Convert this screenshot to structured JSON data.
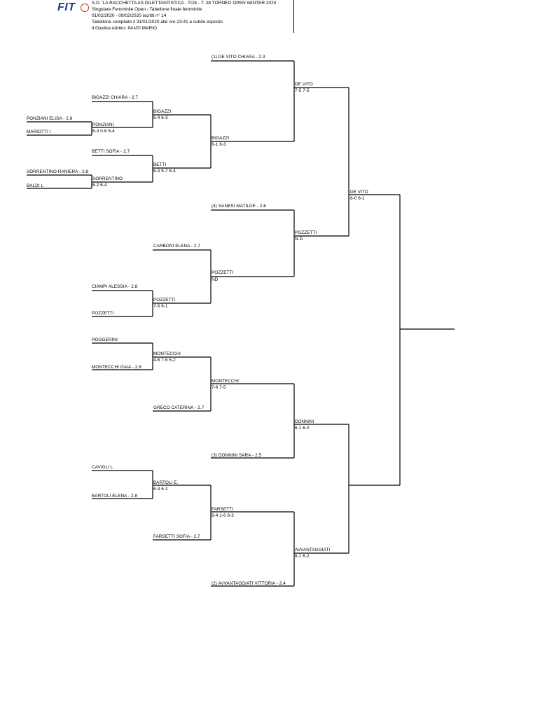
{
  "header": {
    "logo_text": "FIT",
    "lines": [
      "S.D. 'LA RACCHETTA AS DILETTANTISTICA - TOS - T. 28 TORNEO OPEN WINTER 2020",
      "Singolare Femminile Open - Tabellone finale femminile",
      "01/02/2020 - 09/02/2020  iscritti n° 14",
      "Tabellone compilato il 31/01/2020 alle ore 23:41 e subito esposto",
      "Il Giudice Arbitro: PANTI MARIO"
    ]
  },
  "bracket": {
    "entries": [
      {
        "name": "(1) DE VITO CHIARA - 2.3"
      },
      {
        "name": "BIGAZZI CHIARA - 2.7"
      },
      {
        "name": "PONZIANI ELISA - 2.8"
      },
      {
        "name": "MARIOTTI I"
      },
      {
        "name": "BETTI SOFIA - 2.7"
      },
      {
        "name": "SORRENTINO RANIERA - 2.8"
      },
      {
        "name": "BALDI L"
      },
      {
        "name": "(4) SANESI MATILDE - 2.6"
      },
      {
        "name": "CARBONI ELENA - 2.7"
      },
      {
        "name": "CIAMPI ALESSIA - 2.8"
      },
      {
        "name": "POZZETTI"
      },
      {
        "name": "ROGGERINI"
      },
      {
        "name": "MONTECCHI GAIA - 2.8"
      },
      {
        "name": "GRECO CATERINA - 2.7"
      },
      {
        "name": "(3) DONNINI SARA - 2.5"
      },
      {
        "name": "CAVIGLI L"
      },
      {
        "name": "BARTOLI ELENA - 2.8"
      },
      {
        "name": "FARSETTI SOFIA - 2.7"
      },
      {
        "name": "(2) AVVANTAGGIATI VITTORIA - 2.4"
      }
    ],
    "results": [
      {
        "name": "PONZIANI",
        "score": "6-3  0-6  6-4"
      },
      {
        "name": "SORRENTINO",
        "score": "6-2  6-4"
      },
      {
        "name": "BIGAZZI",
        "score": "6-4   6-3"
      },
      {
        "name": "BETTI",
        "score": "6-3   5-7   6-4"
      },
      {
        "name": "BIGAZZI",
        "score": "6-1   6-3"
      },
      {
        "name": "DE VITO",
        "score": "7-5  7-5"
      },
      {
        "name": "POZZETTI",
        "score": "7-5   6-1"
      },
      {
        "name": "POZZETTI",
        "score": "ND"
      },
      {
        "name": "POZZETTI",
        "score": "N.D"
      },
      {
        "name": "DE VITO",
        "score": "6-0  6-1"
      },
      {
        "name": "MONTECCHI",
        "score": "4-6   7-5   6-2"
      },
      {
        "name": "MONTECCHI",
        "score": "7-6   7-5"
      },
      {
        "name": "DONNINI",
        "score": "6-1   6-0"
      },
      {
        "name": "BARTOLI E.",
        "score": "6-3   6-1"
      },
      {
        "name": "FARSETTI",
        "score": "6-4   1-6   6-3"
      },
      {
        "name": "AVVANTAGGIATI",
        "score": "6-1   6-2"
      }
    ]
  }
}
